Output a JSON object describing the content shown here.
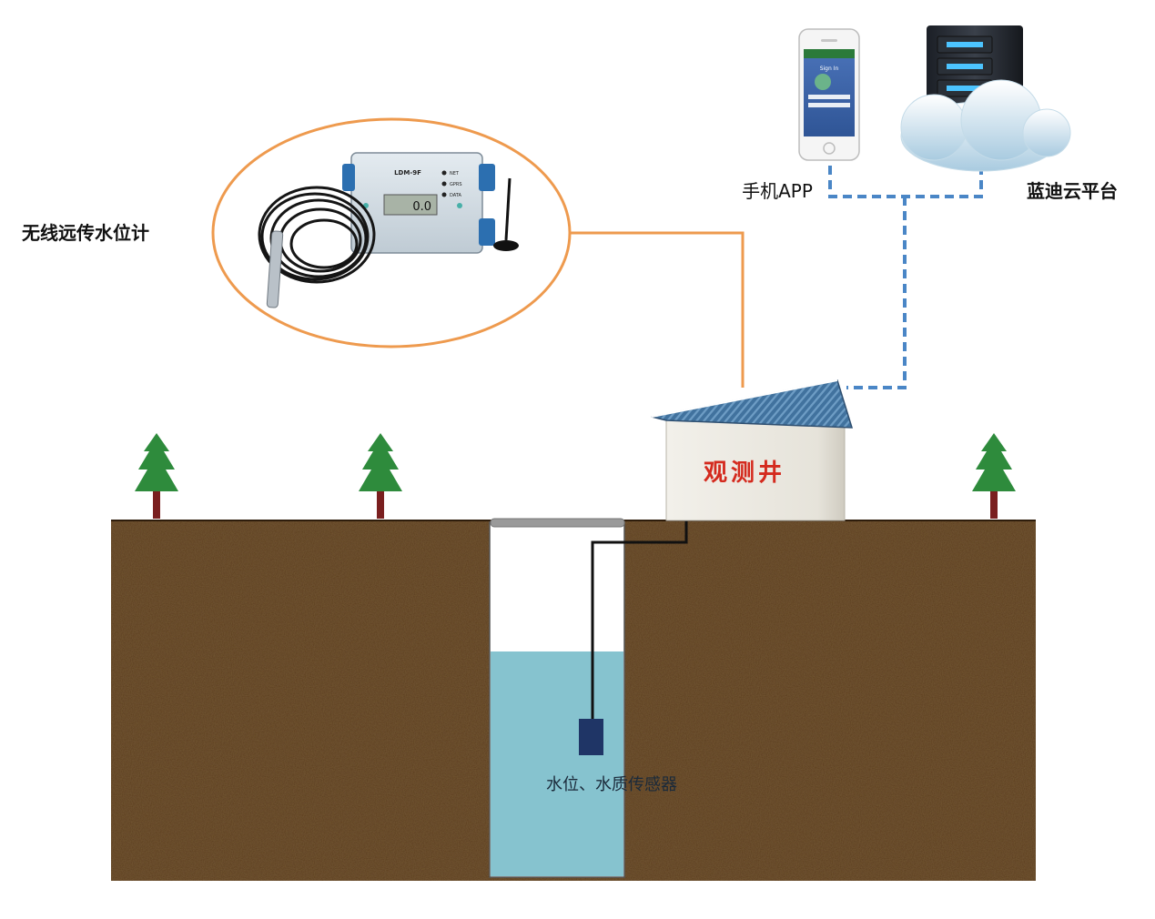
{
  "labels": {
    "device_title": "无线远传水位计",
    "phone_app": "手机APP",
    "cloud_platform": "蓝迪云平台",
    "station": "观测井",
    "sensor": "水位、水质传感器"
  },
  "device": {
    "model": "LDM-9F",
    "display_value": "0.0",
    "indicator_net": "NET",
    "indicator_gprs": "GPRS",
    "indicator_data": "DATA"
  },
  "phone": {
    "screen_title": "Sign In"
  },
  "colors": {
    "soil": "#5a3b1c",
    "water": "#86c3cf",
    "orange_link": "#ee9a4e",
    "blue_link": "#4a86c6",
    "tree_green": "#2e8b3c",
    "trunk": "#7a1f1f",
    "station_text": "#d42a1e",
    "roof": "#3f6f9a"
  }
}
